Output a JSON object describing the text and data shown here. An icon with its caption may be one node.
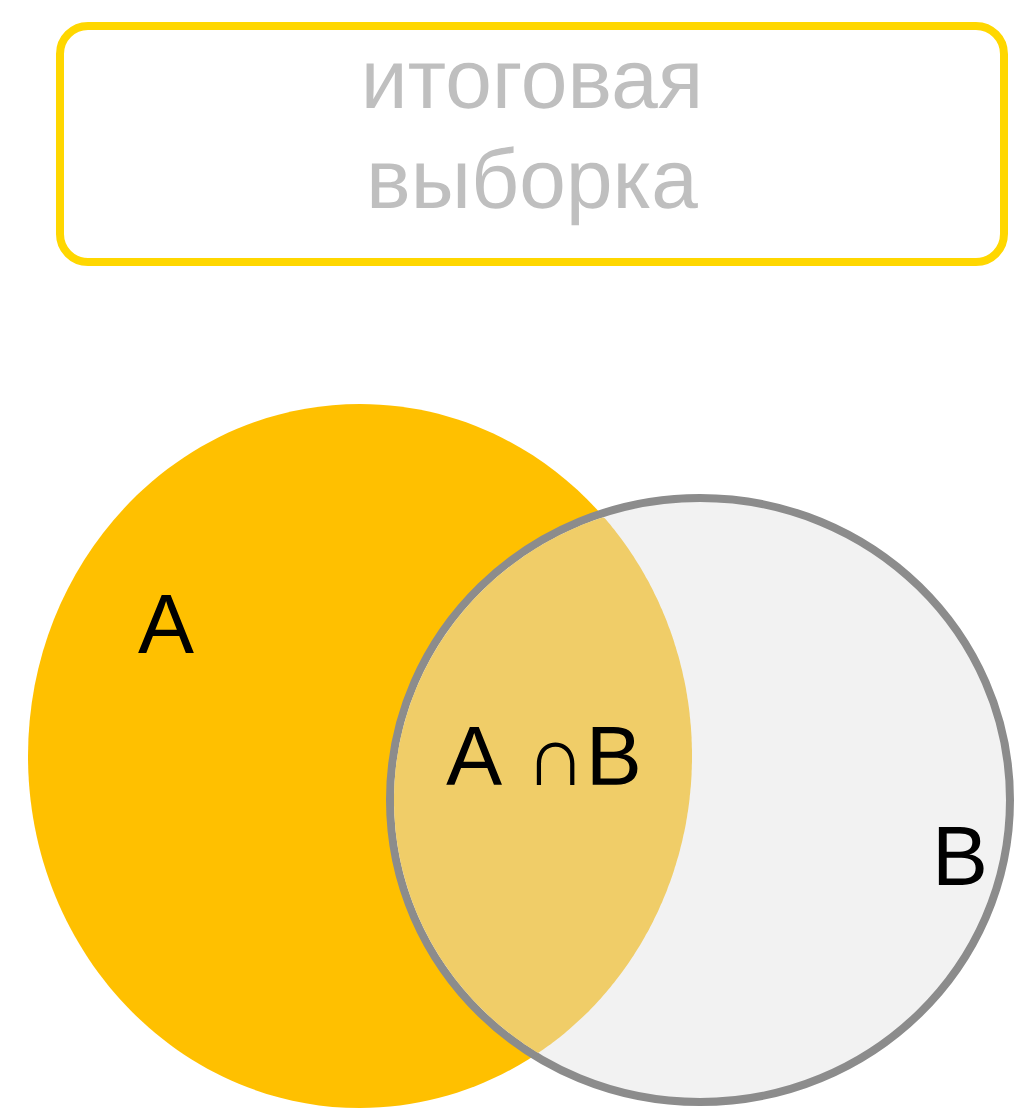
{
  "diagram": {
    "nodes": [
      {
        "text": [
          "итоговая выборка"
        ]
      },
      {
        "text": [
          "A"
        ]
      },
      {
        "text": [
          "A ∩B"
        ]
      },
      {
        "text": [
          "B"
        ]
      }
    ]
  }
}
